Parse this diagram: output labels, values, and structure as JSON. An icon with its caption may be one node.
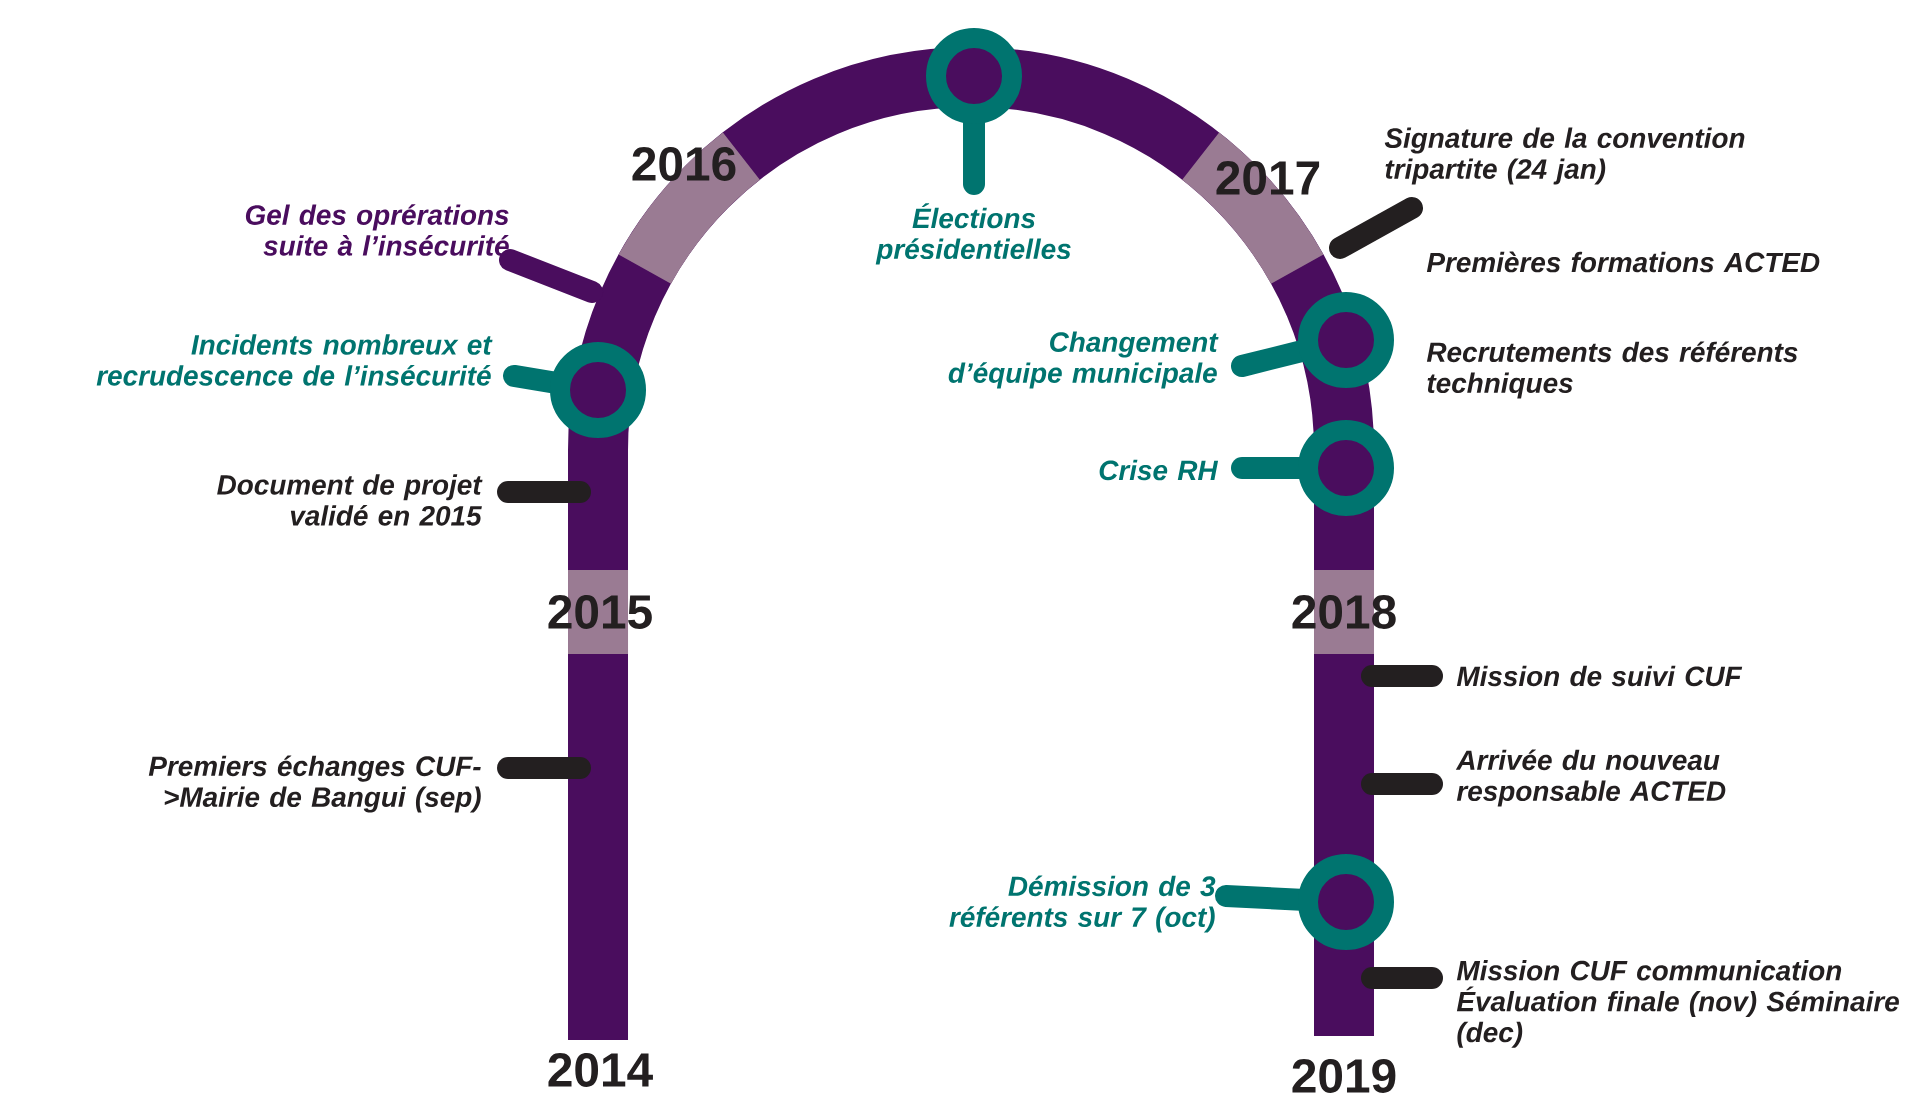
{
  "diagram": {
    "nodes": [
      {
        "text": [
          "Gel des oprérations suite à l’insécurité"
        ]
      },
      {
        "text": [
          "Incidents nombreux et recrudescence de l’insécurité"
        ]
      },
      {
        "text": [
          "Document de projet validé en 2015"
        ]
      },
      {
        "text": [
          "Premiers échanges CUF->Mairie de Bangui (sep)"
        ]
      },
      {
        "text": [
          "Élections présidentielles"
        ]
      },
      {
        "text": [
          "Signature de la convention tripartite (24 jan)"
        ]
      },
      {
        "text": [
          "Premières formations ACTED"
        ]
      },
      {
        "text": [
          "Changement d’équipe municipale"
        ]
      },
      {
        "text": [
          "Recrutements des référents techniques"
        ]
      },
      {
        "text": [
          "Crise RH"
        ]
      },
      {
        "text": [
          "Mission de suivi CUF"
        ]
      },
      {
        "text": [
          "Arrivée du nouveau responsable ACTED"
        ]
      },
      {
        "text": [
          "Démission de 3 référents sur 7 (oct)"
        ]
      },
      {
        "text": [
          "Mission CUF communication Évaluation finale (nov) Séminaire (dec)"
        ]
      }
    ],
    "labels": [
      "2016",
      "2017",
      "2015",
      "2018",
      "2014",
      "2019"
    ]
  }
}
